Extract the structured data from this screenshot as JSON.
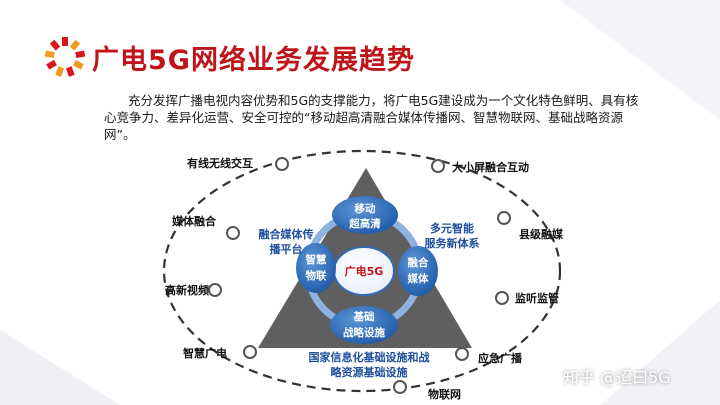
{
  "slide": {
    "title": "广电5G网络业务发展趋势",
    "intro": "充分发挥广播电视内容优势和5G的支撑能力，将广电5G建设成为一个文化特色鲜明、具有核心竞争力、差异化运营、安全可控的“移动超高清融合媒体传播网、智慧物联网、基础战略资源网”。"
  },
  "diagram": {
    "center": "广电5G",
    "inner_nodes": {
      "top": [
        "移动",
        "超高清"
      ],
      "left": [
        "智慧",
        "物联"
      ],
      "right": [
        "融合",
        "媒体"
      ],
      "bottom": [
        "基础",
        "战略设施"
      ]
    },
    "triangle_labels": {
      "left": [
        "融合媒体传",
        "播平台"
      ],
      "right": [
        "多元智能",
        "服务新体系"
      ],
      "bottom": [
        "国家信息化基础设施和战",
        "略资源基础设施"
      ]
    },
    "outer_labels": {
      "cable_wireless": "有线无线交互",
      "media_fusion": "媒体融合",
      "hd_video": "高新视频",
      "smart_broadcast": "智慧广电",
      "large_small_screen": "大小屏融合互动",
      "county_media": "县级融媒",
      "monitoring": "监听监管",
      "emergency_broadcast": "应急广播",
      "iot": "物联网"
    }
  },
  "watermark": "知乎 @迢曰5G",
  "colors": {
    "title": "#c0141b",
    "triangle": "#5f5f5f",
    "node_fill": "#2f6ab3",
    "node_ring": "#8fb3e0",
    "center_text": "#c0141b",
    "label_blue": "#1f4e9c"
  }
}
